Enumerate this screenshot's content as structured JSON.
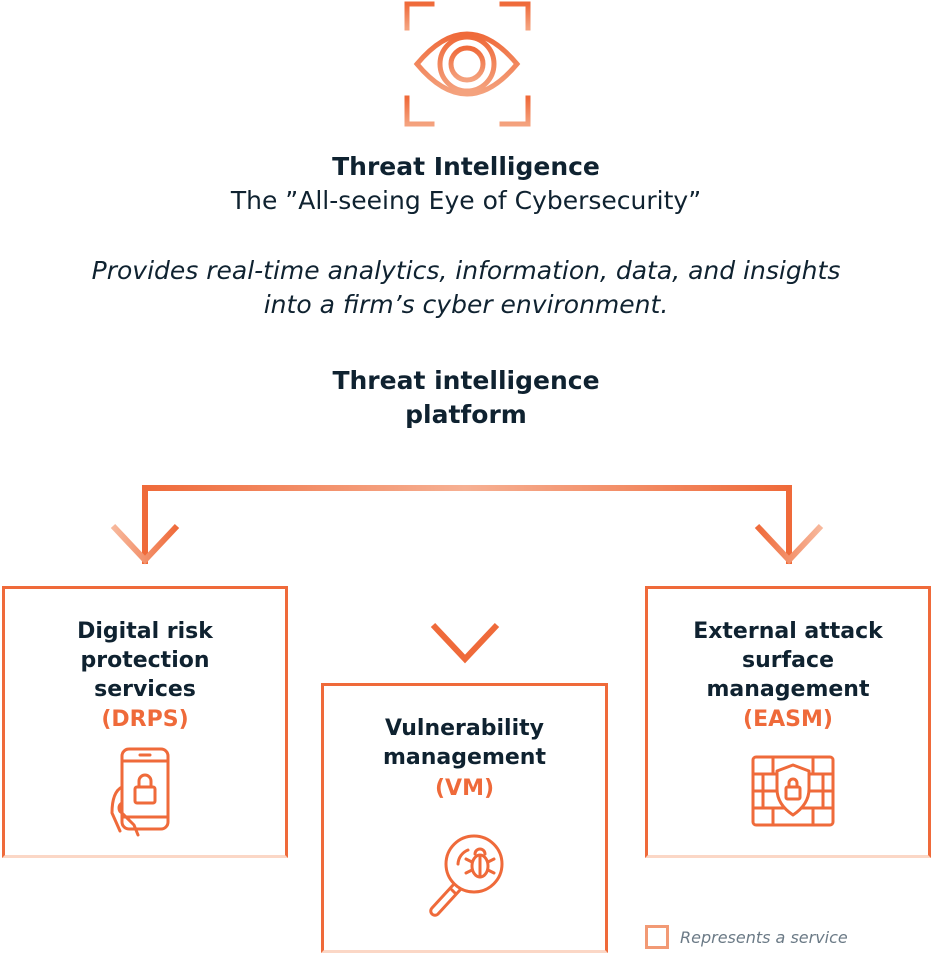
{
  "header": {
    "title": "Threat Intelligence",
    "subtitle": "The ”All-seeing Eye of Cybersecurity”",
    "description_line1": "Provides real-time analytics, information, data, and insights",
    "description_line2": "into a firm’s cyber environment.",
    "icon": "eye-icon"
  },
  "platform": {
    "label_line1": "Threat intelligence",
    "label_line2": "platform"
  },
  "services": [
    {
      "title_lines": [
        "Digital risk",
        "protection",
        "services"
      ],
      "abbr": "(DRPS)",
      "icon": "smartphone-lock-icon"
    },
    {
      "title_lines": [
        "Vulnerability",
        "management"
      ],
      "abbr": "(VM)",
      "icon": "magnifier-bug-icon"
    },
    {
      "title_lines": [
        "External attack",
        "surface",
        "management"
      ],
      "abbr": "(EASM)",
      "icon": "firewall-shield-icon"
    }
  ],
  "legend": {
    "label": "Represents a service"
  },
  "colors": {
    "accent": "#ef6a3a",
    "accent_light": "#fbd7c6",
    "text": "#0f2230",
    "muted": "#6b7a86"
  }
}
